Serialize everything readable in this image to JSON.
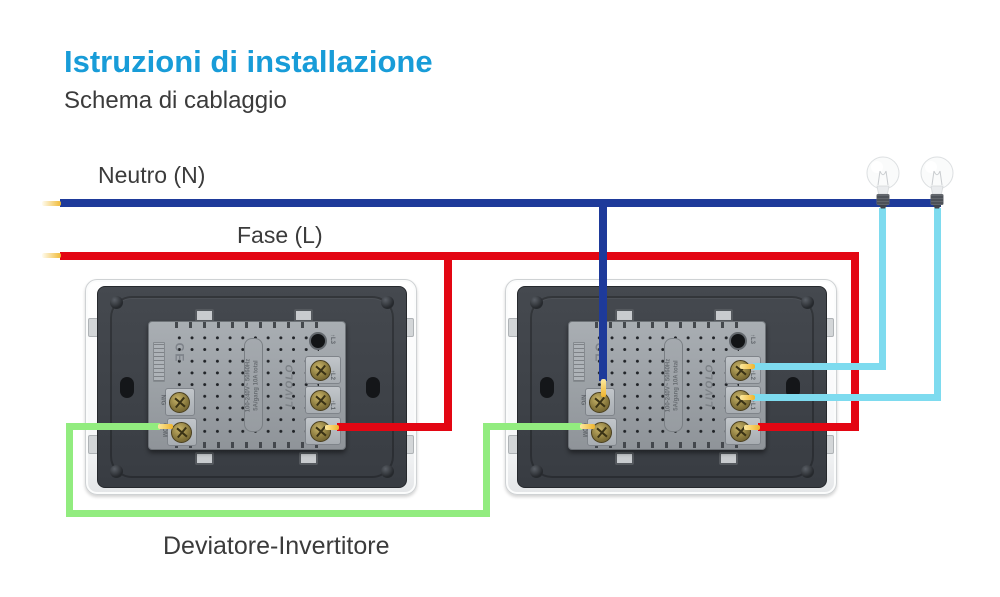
{
  "header": {
    "title": "Istruzioni di installazione",
    "subtitle": "Schema di cablaggio"
  },
  "wires": {
    "neutral": {
      "label": "Neutro (N)"
    },
    "phase": {
      "label": "Fase (L)"
    },
    "traveler": {
      "label": "Deviatore-Invertitore"
    }
  },
  "devices": [
    {
      "name": "switch-1",
      "brand": "LIVOLO",
      "ce_mark": "CE",
      "rating_voltage": "100-240V~ 50/60Hz",
      "rating_power": "5A/gang 10A total",
      "terminals": {
        "left": [
          "N/G",
          "COM"
        ],
        "right": [
          "↑L3",
          "↑L2",
          "↑L1"
        ]
      }
    },
    {
      "name": "switch-2",
      "brand": "LIVOLO",
      "ce_mark": "CE",
      "rating_voltage": "100-240V~ 50/60Hz",
      "rating_power": "5A/gang 10A total",
      "terminals": {
        "left": [
          "N/G",
          "COM"
        ],
        "right": [
          "↑L3",
          "↑L2",
          "↑L1"
        ]
      }
    }
  ],
  "lamps": [
    {
      "icon": "light-bulb"
    },
    {
      "icon": "light-bulb"
    }
  ],
  "colors": {
    "title": "#189CD8",
    "text": "#3B3B3B",
    "neutral": "#1E3A9A",
    "phase": "#E30613",
    "lamp": "#7EDBEF",
    "traveler": "#92EC7F",
    "tip": "#F0BA35"
  }
}
